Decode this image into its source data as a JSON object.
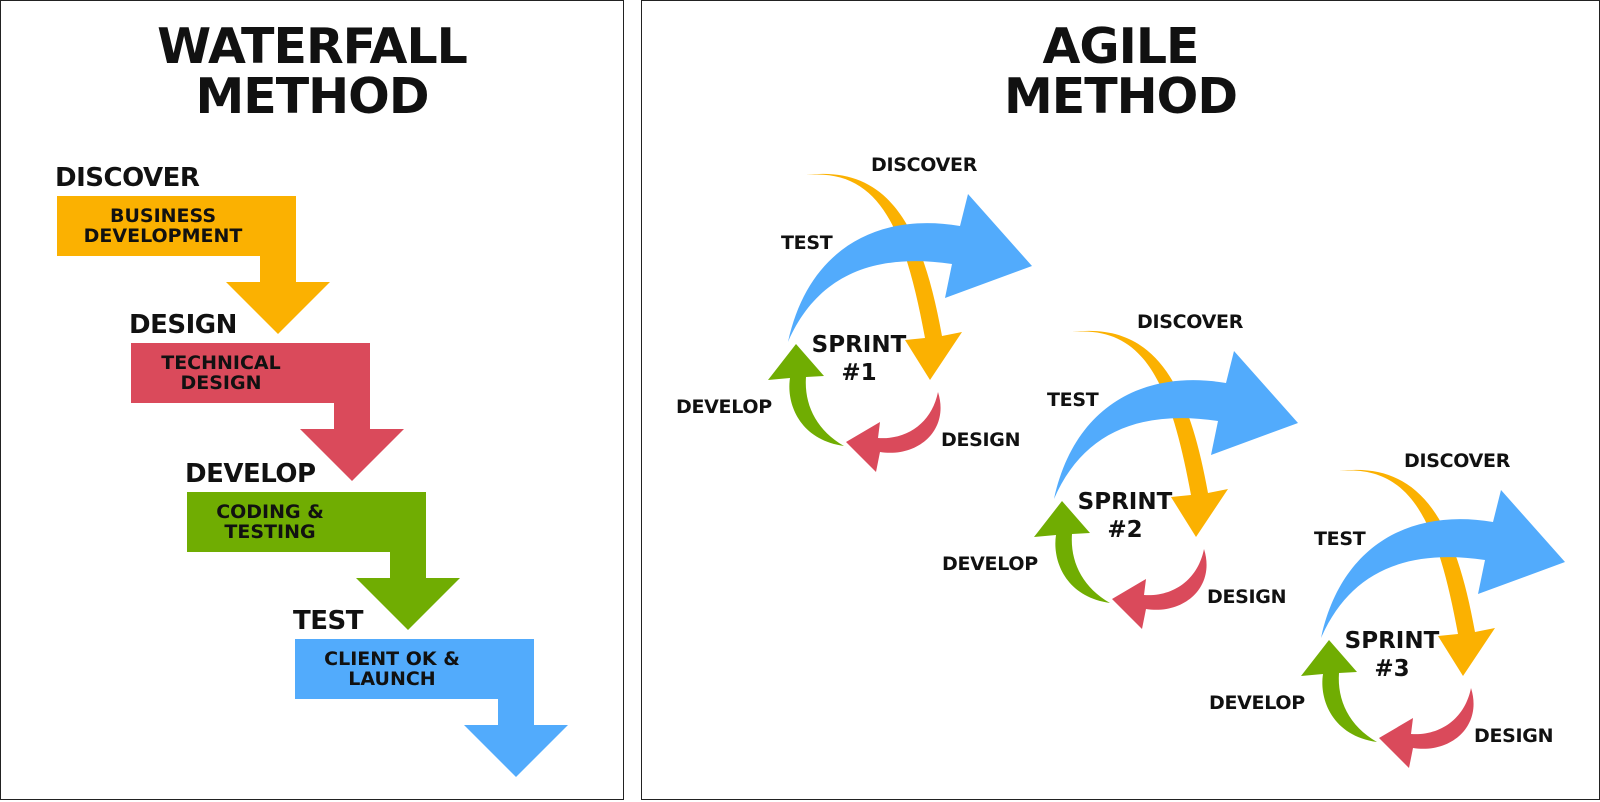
{
  "colors": {
    "discover": "#FBB101",
    "design": "#DA4A5B",
    "develop": "#70AD02",
    "test": "#52ABFC",
    "border": "#222222",
    "text": "#111111"
  },
  "waterfall": {
    "title_line1": "WATERFALL",
    "title_line2": "METHOD",
    "stages": [
      {
        "name": "DISCOVER",
        "box_line1": "BUSINESS",
        "box_line2": "DEVELOPMENT",
        "color_key": "discover"
      },
      {
        "name": "DESIGN",
        "box_line1": "TECHNICAL",
        "box_line2": "DESIGN",
        "color_key": "design"
      },
      {
        "name": "DEVELOP",
        "box_line1": "CODING &",
        "box_line2": "TESTING",
        "color_key": "develop"
      },
      {
        "name": "TEST",
        "box_line1": "CLIENT OK &",
        "box_line2": "LAUNCH",
        "color_key": "test"
      }
    ]
  },
  "agile": {
    "title_line1": "AGILE",
    "title_line2": "METHOD",
    "sprints": [
      {
        "line1": "SPRINT",
        "line2": "#1",
        "discover": "DISCOVER",
        "test": "TEST",
        "develop": "DEVELOP",
        "design": "DESIGN"
      },
      {
        "line1": "SPRINT",
        "line2": "#2",
        "discover": "DISCOVER",
        "test": "TEST",
        "develop": "DEVELOP",
        "design": "DESIGN"
      },
      {
        "line1": "SPRINT",
        "line2": "#3",
        "discover": "DISCOVER",
        "test": "TEST",
        "develop": "DEVELOP",
        "design": "DESIGN"
      }
    ]
  }
}
